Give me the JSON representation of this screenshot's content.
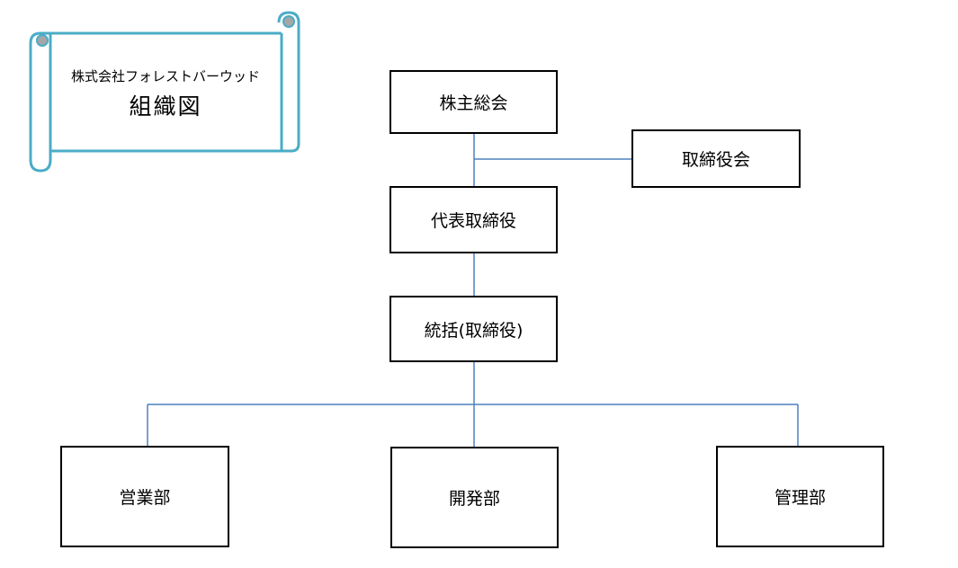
{
  "banner": {
    "company": "株式会社フォレストバーウッド",
    "title": "組織図"
  },
  "nodes": {
    "shareholders": "株主総会",
    "board": "取締役会",
    "ceo": "代表取締役",
    "general_manager": "統括(取締役)",
    "sales": "営業部",
    "development": "開発部",
    "administration": "管理部"
  },
  "colors": {
    "scroll_stroke": "#4bacc6",
    "scroll_curl": "#a6a6a6",
    "connector": "#4f81bd",
    "box_border": "#000000"
  }
}
